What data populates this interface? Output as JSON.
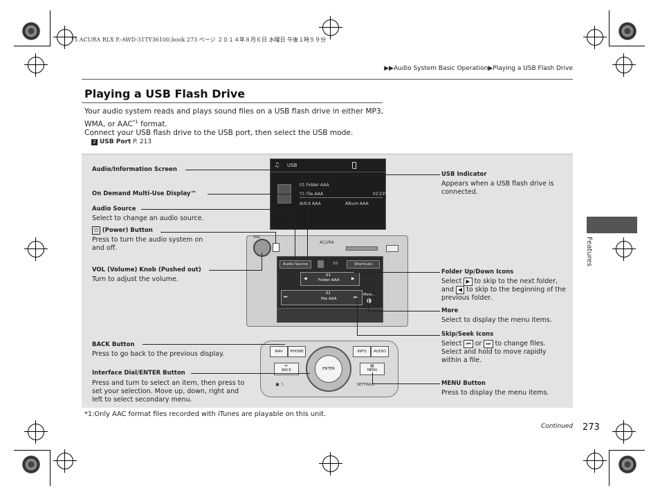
{
  "header": {
    "file_info": "15 ACURA RLX E-AWD-31TY36100.book  273 ページ  ２０１４年８月６日  水曜日  午後１時５９分",
    "breadcrumb": "▶▶Audio System Basic Operation▶Playing a USB Flash Drive"
  },
  "page": {
    "title": "Playing a USB Flash Drive",
    "para1_line1": "Your audio system reads and plays sound files on a USB flash drive in either MP3,",
    "para1_line2_pre": "WMA, or AAC",
    "para1_sup": "*1",
    "para1_line2_post": " format.",
    "para2": "Connect your USB flash drive to the USB port, then select the USB mode.",
    "xref_icon": "2",
    "xref_label": "USB Port",
    "xref_page": "P. 213",
    "footnote": "*1:Only AAC format files recorded with iTunes are playable on this unit.",
    "continued": "Continued",
    "page_number": "273",
    "side_label": "Features"
  },
  "callouts": {
    "audio_info_screen": "Audio/Information Screen",
    "on_demand": "On Demand Multi-Use Display™",
    "audio_source_title": "Audio Source",
    "audio_source_desc": "Select to change an audio source.",
    "power_title": "(Power) Button",
    "power_desc": "Press to turn the audio system on and off.",
    "vol_title": "VOL (Volume) Knob (Pushed out)",
    "vol_desc": "Turn to adjust the volume.",
    "back_title": "BACK Button",
    "back_desc": "Press to go back to the previous display.",
    "dial_title": "Interface Dial/ENTER Button",
    "dial_desc": "Press and turn to select an item, then press to set your selection. Move up, down, right and left to select secondary menu.",
    "usb_indicator_title": "USB Indicator",
    "usb_indicator_desc": "Appears when a USB flash drive is connected.",
    "folder_title": "Folder Up/Down Icons",
    "folder_desc_a": "Select",
    "folder_desc_b": "to skip to the next folder, and",
    "folder_desc_c": "to skip to the beginning of the previous folder.",
    "more_title": "More",
    "more_desc": "Select to display the menu items.",
    "skip_title": "Skip/Seek Icons",
    "skip_desc_a": "Select",
    "skip_desc_or": "or",
    "skip_desc_b": "to change files.",
    "skip_desc_c": "Select and hold to move rapidly within a file.",
    "menu_title": "MENU Button",
    "menu_desc": "Press to display the menu items."
  },
  "upper_screen": {
    "mode": "USB",
    "row1": "01  Folder AAA",
    "row2": "01  File AAA",
    "time": "01'23\"",
    "artist": "Artist AAA",
    "album": "Album AAA"
  },
  "lower_screen": {
    "brand": "ACURA",
    "vol_label": "VOL",
    "audio_source": "Audio Source",
    "track_num": "10",
    "shortcuts": "Shortcuts",
    "folder_num": "01",
    "folder_name": "Folder AAA",
    "file_num": "01",
    "file_name": "File AAA",
    "more": "More..."
  },
  "console": {
    "nav": "NAV",
    "phone": "PHONE",
    "info": "INFO",
    "audio": "AUDIO",
    "back": "BACK",
    "enter": "ENTER",
    "menu": "MENU",
    "settings": "SETTINGS"
  },
  "icons": [
    "power-icon",
    "next-folder-icon",
    "prev-folder-icon",
    "skip-back-icon",
    "skip-forward-icon",
    "usb-icon",
    "xref-icon"
  ]
}
